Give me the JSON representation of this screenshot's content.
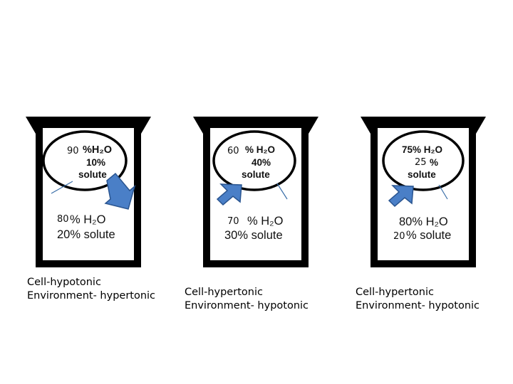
{
  "panels": [
    {
      "cell": {
        "water": "%H₂O",
        "pct": "10%",
        "solute": "solute"
      },
      "cell_annotation": "90",
      "env": {
        "water": "% H₂O",
        "solute": "20% solute"
      },
      "env_annotation": "80",
      "caption": {
        "cell": "Cell-hypotonic",
        "environment": "Environment- hypertonic"
      }
    },
    {
      "cell": {
        "water": "% H₂O",
        "pct": "40%",
        "solute": "solute"
      },
      "cell_annotation": "60",
      "env": {
        "water": "% H₂O",
        "solute": "30% solute"
      },
      "env_annotation": "70",
      "caption": {
        "cell": "Cell-hypertonic",
        "environment": "Environment- hypotonic"
      }
    },
    {
      "cell": {
        "water": "75% H₂O",
        "pct": "%",
        "solute": "solute"
      },
      "cell_annotation": "25",
      "env": {
        "water": "80% H₂O",
        "solute": "% solute"
      },
      "env_annotation": "20",
      "caption": {
        "cell": "Cell-hypertonic",
        "environment": "Environment- hypotonic"
      }
    }
  ],
  "colors": {
    "arrow_fill": "#4a7fc7",
    "arrow_stroke": "#2a5590",
    "annotation_line": "#3a6ea8",
    "beaker": "#000000"
  }
}
